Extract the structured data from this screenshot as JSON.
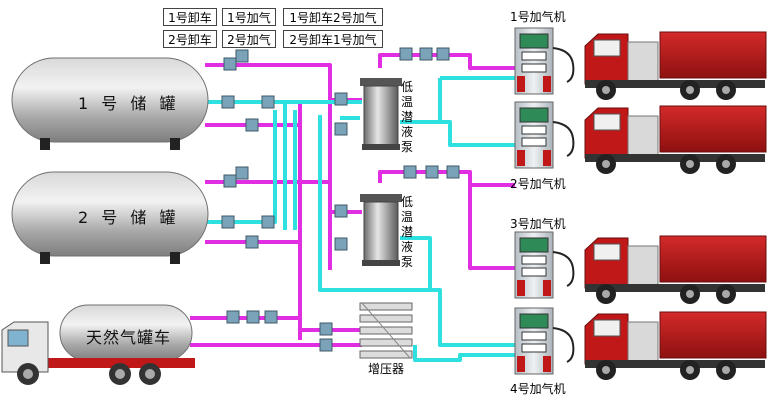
{
  "mode_buttons": [
    {
      "label": "1号卸车"
    },
    {
      "label": "1号加气"
    },
    {
      "label": "1号卸车2号加气"
    },
    {
      "label": "2号卸车"
    },
    {
      "label": "2号加气"
    },
    {
      "label": "2号卸车1号加气"
    }
  ],
  "tanks": [
    {
      "label": "1 号 储 罐"
    },
    {
      "label": "2 号 储 罐"
    }
  ],
  "tanker": {
    "label": "天然气罐车"
  },
  "pumps": [
    {
      "label": "低温潜液泵"
    },
    {
      "label": "低温潜液泵"
    }
  ],
  "vaporizer": {
    "label": "增压器"
  },
  "dispensers": [
    {
      "label": "1号加气机"
    },
    {
      "label": "2号加气机"
    },
    {
      "label": "3号加气机"
    },
    {
      "label": "4号加气机"
    }
  ],
  "colors": {
    "liquid_line": "#e22ee2",
    "gas_line": "#2ee0e0",
    "tank_body": "#b8b8b8",
    "truck_cab": "#c01818",
    "dispenser_body": "#d8dde2"
  }
}
